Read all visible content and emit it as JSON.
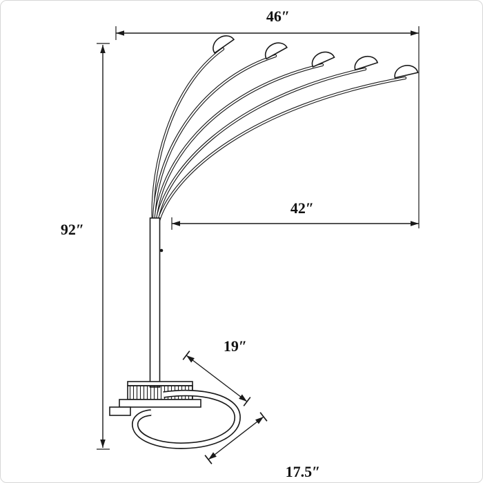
{
  "page": {
    "background": "#ffffff",
    "border_color": "#d6d6d6",
    "line_color": "#1a1a1a"
  },
  "diagram": {
    "subject": "five-arm arc floor lamp dimension drawing",
    "units": "inches",
    "lamp": {
      "arm_count": 5,
      "shade_count": 5
    },
    "dimensions": {
      "top_width": {
        "label": "46″",
        "value_in": 46
      },
      "height": {
        "label": "92″",
        "value_in": 92
      },
      "arm_span": {
        "label": "42″",
        "value_in": 42
      },
      "base_depth": {
        "label": "19″",
        "value_in": 19
      },
      "base_width": {
        "label": "17.5″",
        "value_in": 17.5
      }
    }
  }
}
